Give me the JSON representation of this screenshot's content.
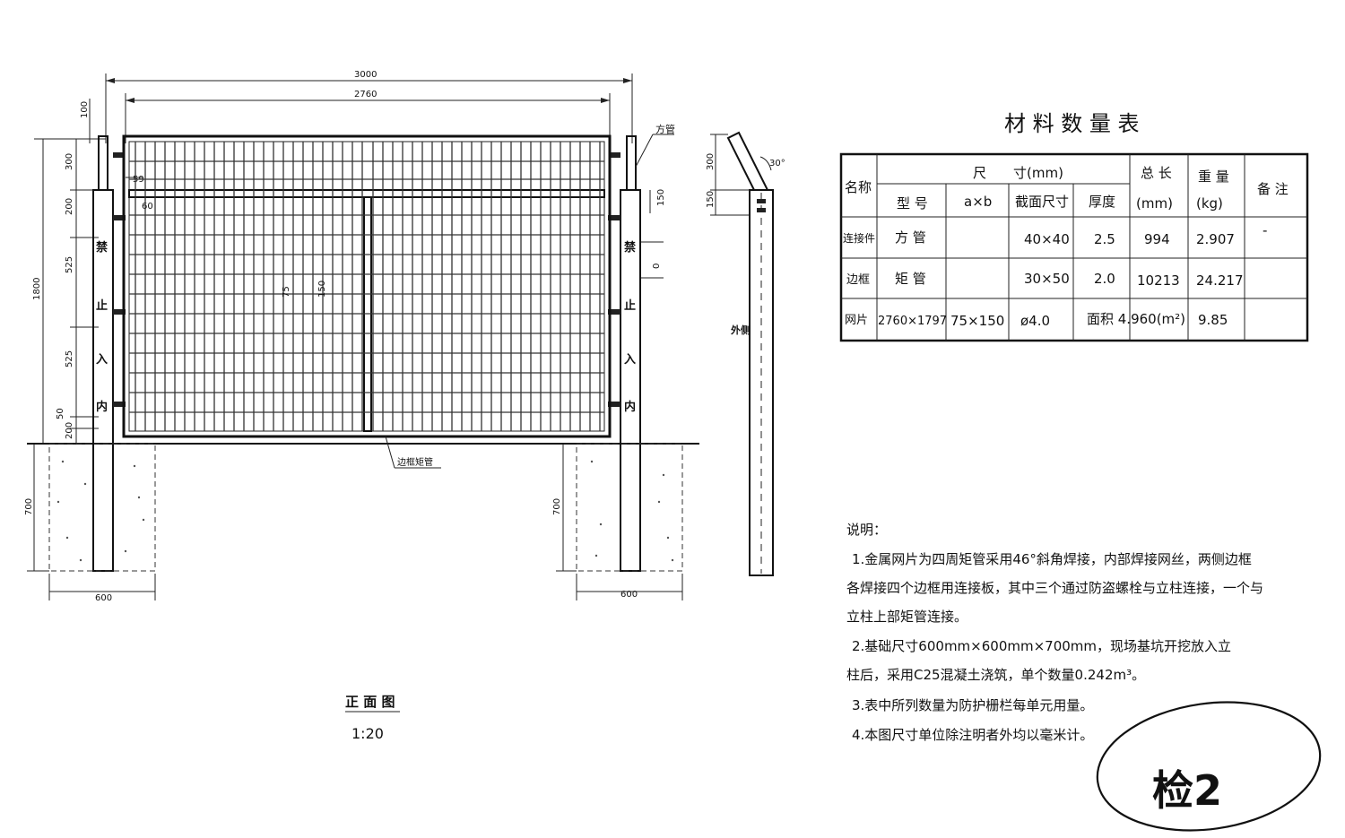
{
  "front_view": {
    "dims": {
      "total_width": "3000",
      "inner_width": "2760",
      "left_100": "100",
      "left_300": "300",
      "left_200": "200",
      "left_525a": "525",
      "left_1800": "1800",
      "left_525b": "525",
      "left_50": "50",
      "left_200b": "200",
      "found_700_left": "700",
      "found_600_left": "600",
      "found_700_right": "700",
      "found_600_right": "600",
      "tag_59": "59",
      "tag_60": "60",
      "right_150": "150",
      "right_0": "0",
      "mesh_75": "75",
      "mesh_150": "150"
    },
    "post_text_left": [
      "禁",
      "止",
      "入",
      "内"
    ],
    "post_text_right": [
      "禁",
      "止",
      "入",
      "内"
    ],
    "label_square_tube": "方管",
    "label_frame_tube": "边框矩管",
    "caption": "正 面 图",
    "scale": "1:20"
  },
  "side_view": {
    "dim_300": "300",
    "dim_150": "150",
    "angle": "30°",
    "label_outside": "外侧"
  },
  "table": {
    "title": "材 料 数 量 表",
    "headers": {
      "name": "名称",
      "size": "尺　　寸(mm)",
      "model": "型 号",
      "axb": "a×b",
      "section": "截面尺寸",
      "thickness": "厚度",
      "total_length": "总 长",
      "total_length_unit": "(mm)",
      "weight": "重 量",
      "weight_unit": "(kg)",
      "remark": "备 注"
    },
    "rows": [
      {
        "name": "连接件",
        "model": "方 管",
        "axb": "",
        "section": "40×40",
        "thickness": "2.5",
        "length": "994",
        "weight": "2.907",
        "remark": "-"
      },
      {
        "name": "边框",
        "model": "矩 管",
        "axb": "",
        "section": "30×50",
        "thickness": "2.0",
        "length": "10213",
        "weight": "24.217",
        "remark": ""
      },
      {
        "name": "网片",
        "model": "2760×1797",
        "axb": "75×150",
        "section": "ø4.0",
        "area": "面积 4.960(m²)",
        "weight": "9.85",
        "remark": ""
      }
    ]
  },
  "notes": {
    "heading": "说明：",
    "lines": [
      "1.金属网片为四周矩管采用46°斜角焊接，内部焊接网丝，两侧边框",
      "各焊接四个边框用连接板，其中三个通过防盗螺栓与立柱连接，一个与",
      "立柱上部矩管连接。",
      "2.基础尺寸600mm×600mm×700mm，现场基坑开挖放入立",
      "柱后，采用C25混凝土浇筑，单个数量0.242m³。",
      "3.表中所列数量为防护栅栏每单元用量。",
      "4.本图尺寸单位除注明者外均以毫米计。"
    ]
  },
  "stamp": {
    "text": "检2"
  }
}
